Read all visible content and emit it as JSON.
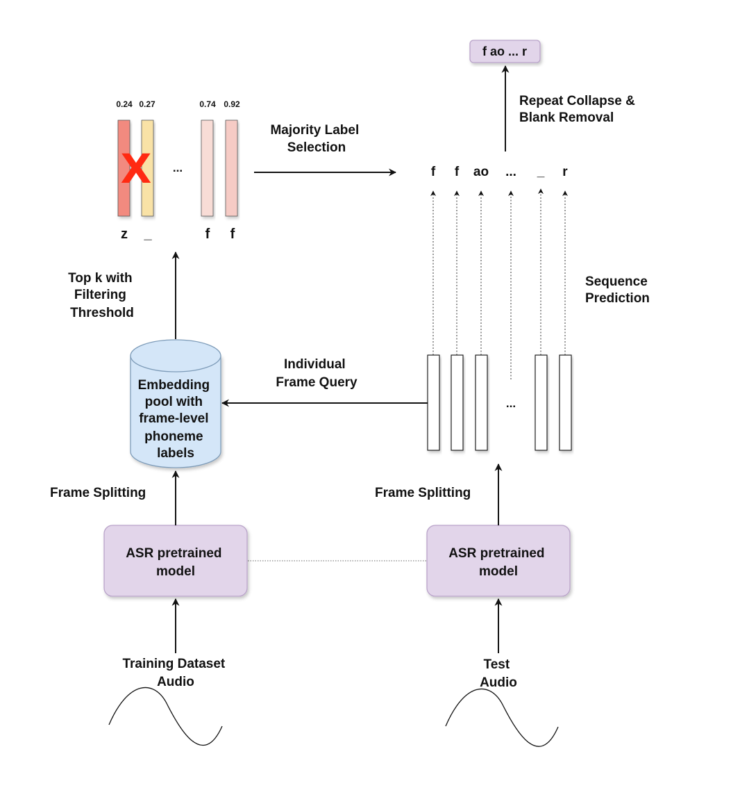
{
  "colors": {
    "box_fill": "#e2d5ea",
    "box_stroke": "#b9a3c9",
    "cylinder_fill": "#d4e6f8",
    "cylinder_stroke": "#7d9bb8",
    "bar_red": "#f28a7f",
    "bar_yellow": "#f9e2a6",
    "bar_pink_light": "#f8dcd6",
    "bar_pink": "#f6cbc5",
    "cross": "#ff2a12",
    "line": "#111111"
  },
  "train": {
    "audio_label": [
      "Training Dataset",
      "Audio"
    ],
    "model_label": [
      "ASR pretrained",
      "model"
    ],
    "split_label": "Frame Splitting",
    "pool_label": [
      "Embedding",
      "pool with",
      "frame-level",
      "phoneme",
      "labels"
    ],
    "topk_label": [
      "Top k with",
      "Filtering",
      "Threshold"
    ]
  },
  "test": {
    "audio_label": [
      "Test",
      "Audio"
    ],
    "model_label": [
      "ASR pretrained",
      "model"
    ],
    "split_label": "Frame Splitting",
    "query_label": [
      "Individual",
      "Frame Query"
    ],
    "ellipsis": "...",
    "sequence_label": [
      "Sequence",
      "Prediction"
    ]
  },
  "candidates": {
    "scores": [
      "0.24",
      "0.27",
      "0.74",
      "0.92"
    ],
    "labels": [
      "z",
      "_",
      "f",
      "f"
    ],
    "ellipsis": "...",
    "rejected_mark": "X"
  },
  "majority": {
    "label": [
      "Majority Label",
      "Selection"
    ]
  },
  "sequence": {
    "tokens": [
      "f",
      "f",
      "ao",
      "...",
      "_",
      "r"
    ]
  },
  "output": {
    "collapse_label": [
      "Repeat Collapse &",
      "Blank Removal"
    ],
    "result": "f ao ... r"
  }
}
